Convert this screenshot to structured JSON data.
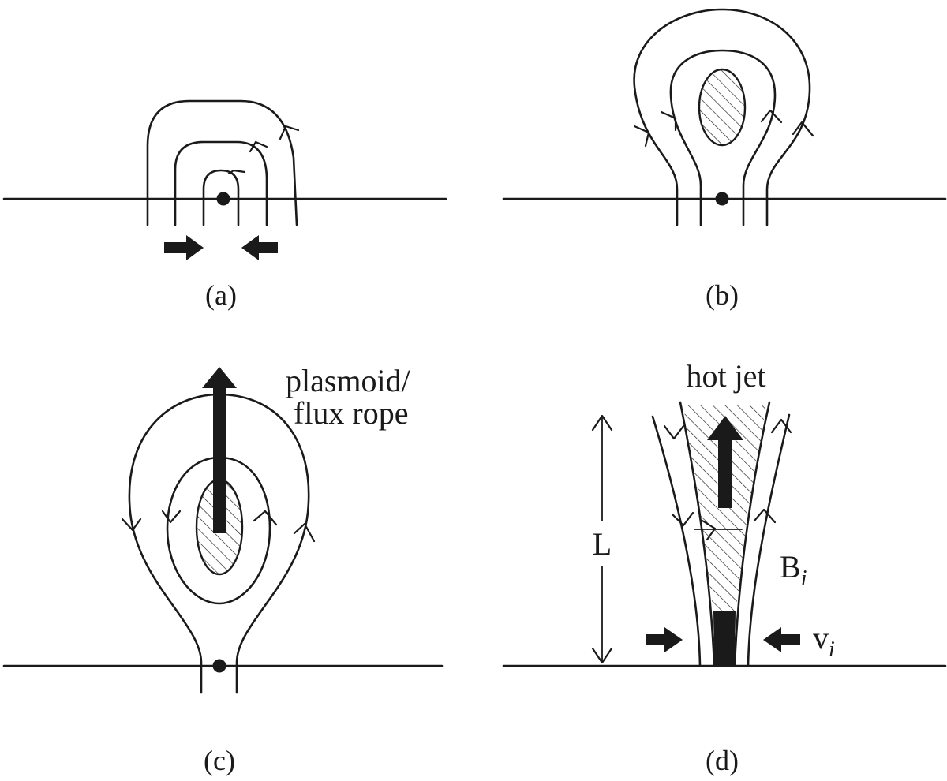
{
  "panels": {
    "a": {
      "label": "(a)"
    },
    "b": {
      "label": "(b)"
    },
    "c": {
      "label": "(c)",
      "annotation_line1": "plasmoid/",
      "annotation_line2": "flux rope"
    },
    "d": {
      "label": "(d)",
      "annotation_title": "hot jet",
      "length_label": "L",
      "field_label": "B",
      "field_subscript": "i",
      "velocity_label": "v",
      "velocity_subscript": "i"
    }
  },
  "colors": {
    "ink": "#1a1a1a",
    "background": "#ffffff"
  }
}
